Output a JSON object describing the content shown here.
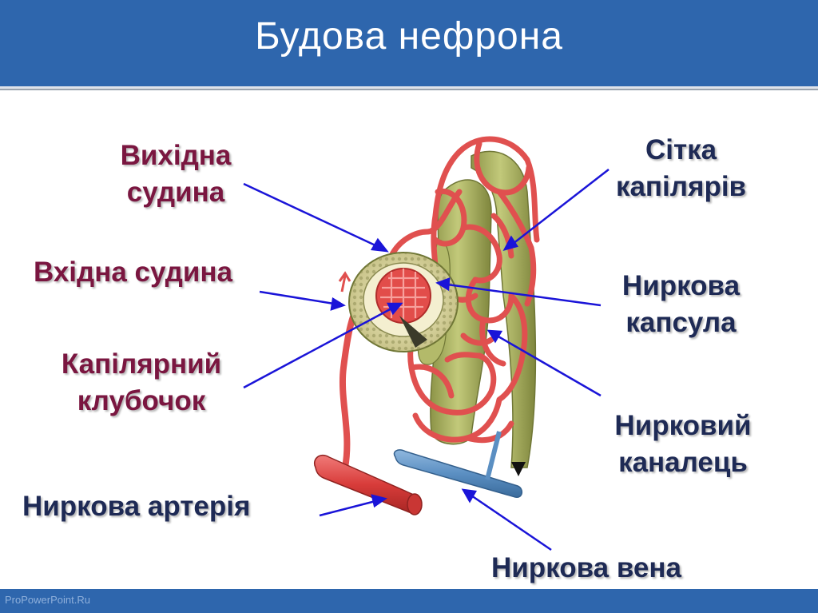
{
  "slide": {
    "title": "Будова нефрона",
    "watermark": "ProPowerPoint.Ru"
  },
  "labels": {
    "outgoing_vessel": {
      "line1": "Вихідна",
      "line2": "судина"
    },
    "incoming_vessel": "Вхідна судина",
    "glomerulus": {
      "line1": "Капілярний",
      "line2": "клубочок"
    },
    "renal_artery": "Ниркова артерія",
    "capillary_network": {
      "line1": "Сітка",
      "line2": "капілярів"
    },
    "renal_capsule": {
      "line1": "Ниркова",
      "line2": "капсула"
    },
    "renal_tubule": {
      "line1": "Нирковий",
      "line2": "каналець"
    },
    "renal_vein": "Ниркова вена"
  },
  "colors": {
    "title_bar": "#2e66ad",
    "label_left": "#7a1640",
    "label_right": "#1e2a55",
    "pointer": "#1a14d8",
    "vessel_red": "#e0504f",
    "vein_blue": "#5b8fc2",
    "tubule_green": "#a5ad5c"
  }
}
